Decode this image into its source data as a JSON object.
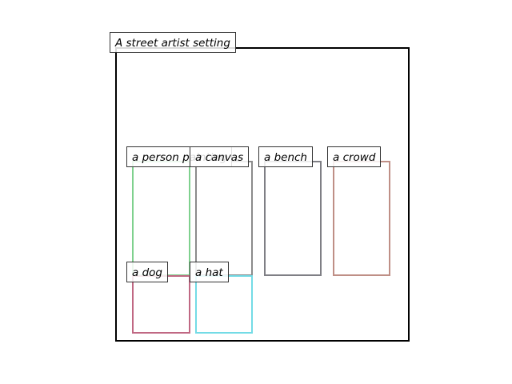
{
  "scene": {
    "title": "A street artist setting"
  },
  "objects": [
    {
      "id": "person",
      "label": "a person painting",
      "color": "#7fd18e"
    },
    {
      "id": "canvas",
      "label": "a canvas",
      "color": "#8c8c8c"
    },
    {
      "id": "bench",
      "label": "a bench",
      "color": "#7f7f85"
    },
    {
      "id": "crowd",
      "label": "a crowd",
      "color": "#bf8f86"
    },
    {
      "id": "dog",
      "label": "a dog",
      "color": "#c06883"
    },
    {
      "id": "hat",
      "label": "a hat",
      "color": "#73dbe6"
    }
  ]
}
